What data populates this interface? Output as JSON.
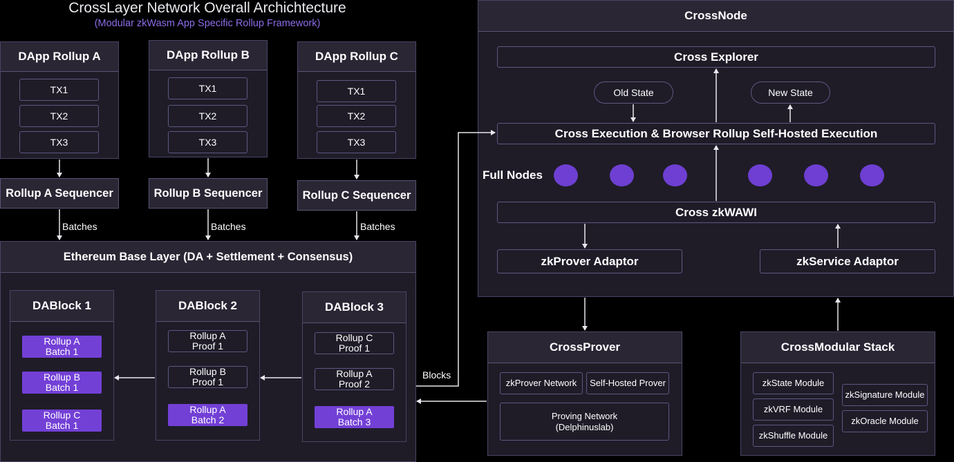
{
  "title": "CrossLayer Network Overall Archichtecture",
  "subtitle": "(Modular zkWasm App Specific Rollup Framework)",
  "rollups": [
    {
      "name": "DApp Rollup A",
      "txs": [
        "TX1",
        "TX2",
        "TX3"
      ],
      "sequencer": "Rollup A Sequencer",
      "batches": "Batches"
    },
    {
      "name": "DApp Rollup B",
      "txs": [
        "TX1",
        "TX2",
        "TX3"
      ],
      "sequencer": "Rollup B Sequencer",
      "batches": "Batches"
    },
    {
      "name": "DApp Rollup C",
      "txs": [
        "TX1",
        "TX2",
        "TX3"
      ],
      "sequencer": "Rollup C Sequencer",
      "batches": "Batches"
    }
  ],
  "ethereum": {
    "title": "Ethereum Base Layer (DA + Settlement + Consensus)",
    "blocks": [
      {
        "name": "DABlock 1",
        "items": [
          "Rollup A\nBatch 1",
          "Rollup B\nBatch 1",
          "Rollup C\nBatch 1"
        ]
      },
      {
        "name": "DABlock 2",
        "items": [
          "Rollup A\nProof 1",
          "Rollup B\nProof 1",
          "Rollup A\nBatch 2"
        ]
      },
      {
        "name": "DABlock 3",
        "items": [
          "Rollup C\nProof 1",
          "Rollup A\nProof 2",
          "Rollup A\nBatch 3"
        ]
      }
    ]
  },
  "blocks_label": "Blocks",
  "crossnode": {
    "title": "CrossNode",
    "explorer": "Cross Explorer",
    "old_state": "Old State",
    "new_state": "New State",
    "execution": "Cross Execution & Browser Rollup Self-Hosted Execution",
    "full_nodes": "Full Nodes",
    "zkwawi": "Cross zkWAWI",
    "prover_adaptor": "zkProver Adaptor",
    "service_adaptor": "zkService Adaptor"
  },
  "crossprover": {
    "title": "CrossProver",
    "network": "zkProver Network",
    "self_hosted": "Self-Hosted Prover",
    "proving": "Proving Network",
    "proving_sub": "(Delphinuslab)"
  },
  "crossmodular": {
    "title": "CrossModular Stack",
    "modules": [
      "zkState Module",
      "zkVRF Module",
      "zkShuffle Module",
      "zkSignature Module",
      "zkOracle Module"
    ]
  },
  "colors": {
    "accent": "#7340d6",
    "background": "#000000",
    "panel": "#1f1c28",
    "border": "#5e5882"
  }
}
